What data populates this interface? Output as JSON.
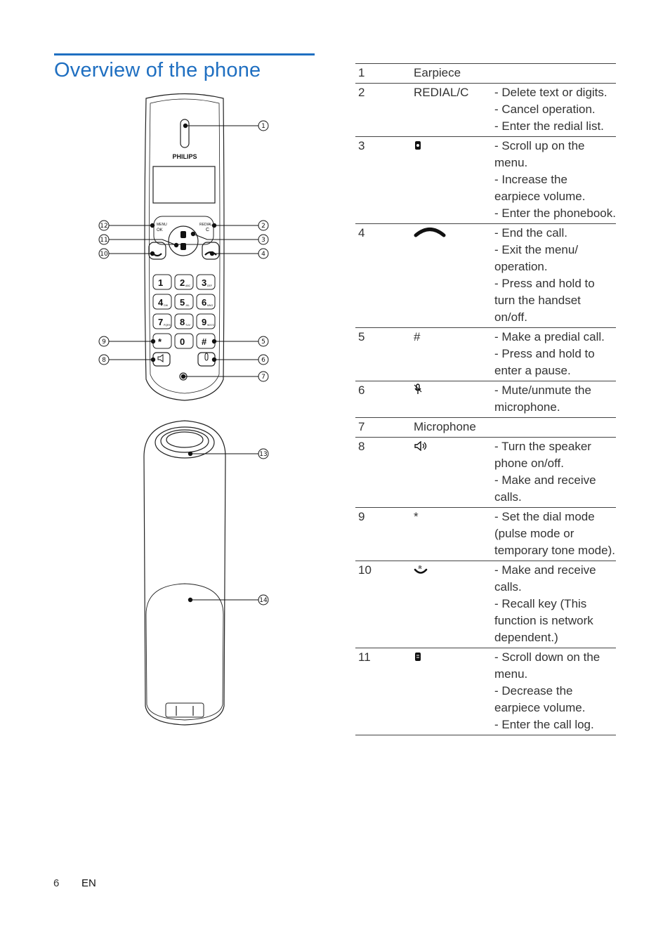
{
  "page": {
    "title": "Overview of the phone",
    "page_number": "6",
    "language": "EN",
    "accent_color": "#1f6fc1"
  },
  "figure": {
    "brand": "PHILIPS",
    "menu_key": "MENU",
    "ok_key": "OK",
    "redial_key": "REDIAL",
    "c_key": "C",
    "callouts": [
      "1",
      "2",
      "3",
      "4",
      "5",
      "6",
      "7",
      "8",
      "9",
      "10",
      "11",
      "12",
      "13",
      "14"
    ],
    "keypad": [
      {
        "digit": "1",
        "sub": ""
      },
      {
        "digit": "2",
        "sub": "ABC"
      },
      {
        "digit": "3",
        "sub": "DEF"
      },
      {
        "digit": "4",
        "sub": "GHI"
      },
      {
        "digit": "5",
        "sub": "JKL"
      },
      {
        "digit": "6",
        "sub": "MNO"
      },
      {
        "digit": "7",
        "sub": "PQRS"
      },
      {
        "digit": "8",
        "sub": "TUV"
      },
      {
        "digit": "9",
        "sub": "WXYZ"
      },
      {
        "digit": "*",
        "sub": ""
      },
      {
        "digit": "0",
        "sub": ""
      },
      {
        "digit": "#",
        "sub": ""
      }
    ]
  },
  "parts": [
    {
      "num": "1",
      "key": "Earpiece",
      "key_icon": "",
      "desc": []
    },
    {
      "num": "2",
      "key": "REDIAL/C",
      "key_icon": "",
      "desc": [
        "- Delete text or digits.",
        "- Cancel operation.",
        "- Enter the redial list."
      ]
    },
    {
      "num": "3",
      "key": "",
      "key_icon": "scroll-up-phonebook-icon",
      "desc": [
        "- Scroll up on the menu.",
        "- Increase the earpiece volume.",
        "- Enter the phonebook."
      ]
    },
    {
      "num": "4",
      "key": "",
      "key_icon": "end-call-icon",
      "desc": [
        "- End the call.",
        "- Exit the menu/ operation.",
        "- Press and hold to turn the handset on/off."
      ]
    },
    {
      "num": "5",
      "key": "#",
      "key_icon": "",
      "desc": [
        "- Make a predial call.",
        "- Press and hold to enter a pause."
      ]
    },
    {
      "num": "6",
      "key": "",
      "key_icon": "mute-microphone-icon",
      "desc": [
        "- Mute/unmute the microphone."
      ]
    },
    {
      "num": "7",
      "key": "Microphone",
      "key_icon": "",
      "desc": []
    },
    {
      "num": "8",
      "key": "",
      "key_icon": "speaker-icon",
      "desc": [
        "- Turn the speaker phone on/off.",
        "- Make and receive calls."
      ]
    },
    {
      "num": "9",
      "key": "*",
      "key_icon": "",
      "desc": [
        "- Set the dial mode (pulse mode or temporary tone mode)."
      ]
    },
    {
      "num": "10",
      "key": "",
      "key_icon": "talk-recall-icon",
      "desc": [
        "- Make and receive calls.",
        "- Recall key (This function is network dependent.)"
      ]
    },
    {
      "num": "11",
      "key": "",
      "key_icon": "scroll-down-call-log-icon",
      "desc": [
        "- Scroll down on the menu.",
        "- Decrease the earpiece volume.",
        "- Enter the call log."
      ]
    }
  ]
}
